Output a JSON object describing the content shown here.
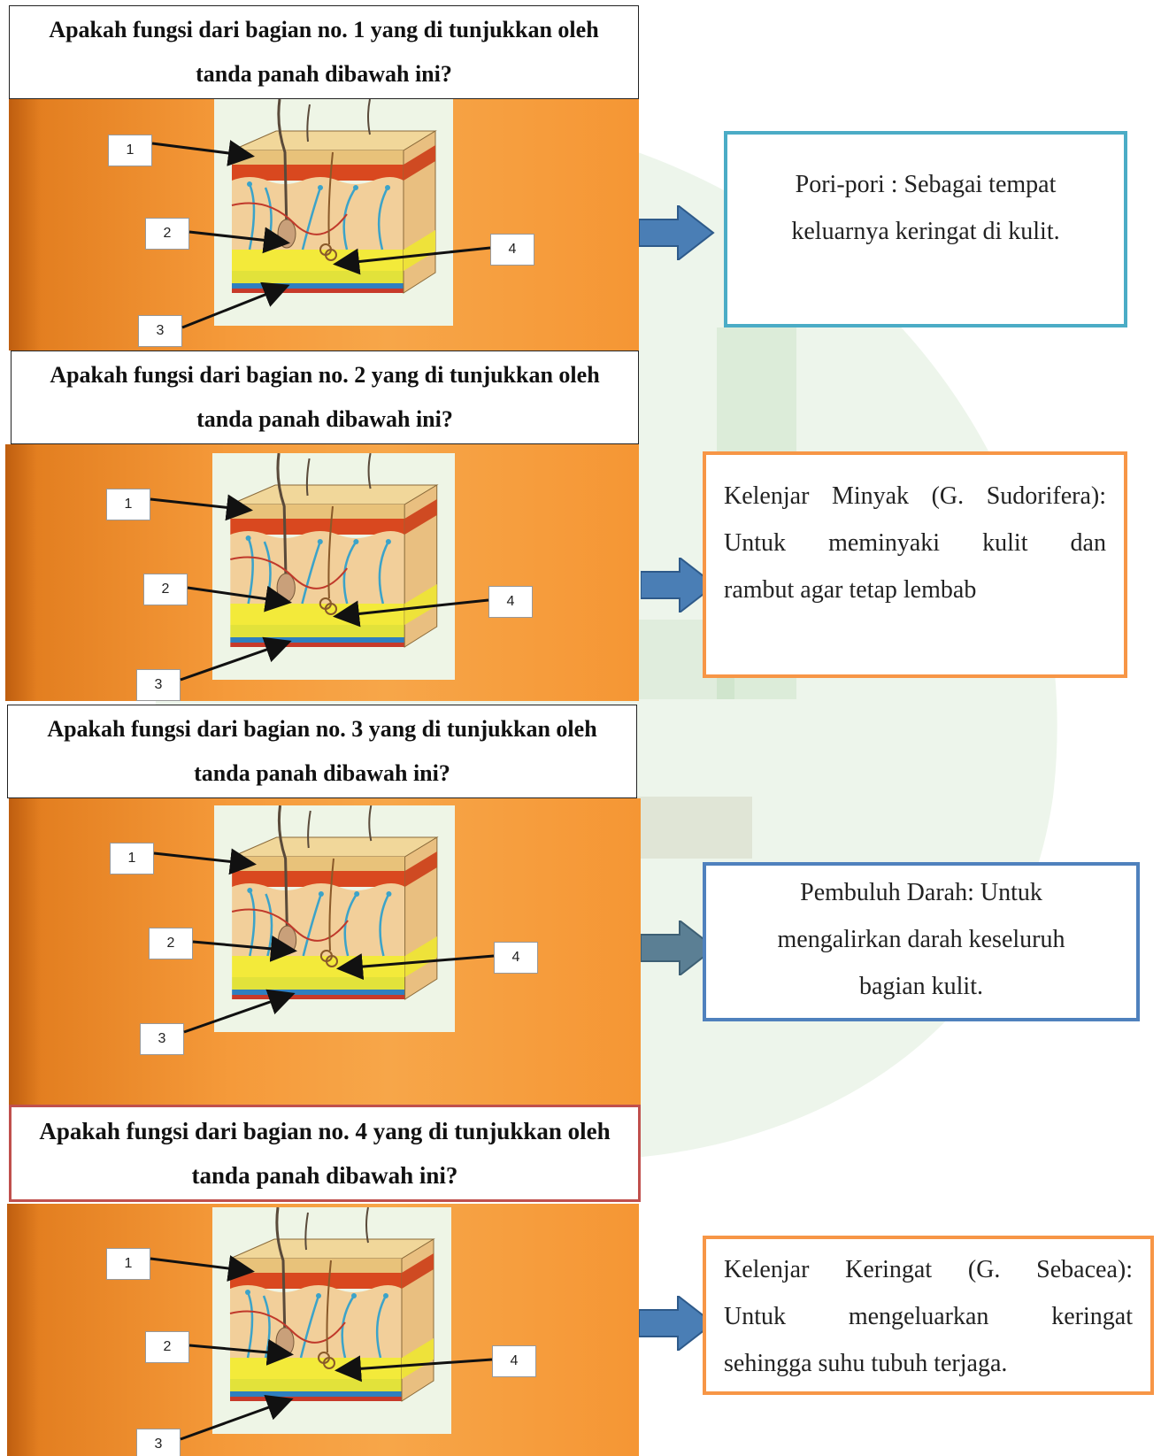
{
  "questions": [
    {
      "text": "Apakah fungsi dari bagian no. 1 yang di tunjukkan oleh tanda panah dibawah ini?"
    },
    {
      "text": "Apakah fungsi dari bagian no. 2 yang di tunjukkan oleh tanda panah dibawah ini?"
    },
    {
      "text": "Apakah fungsi dari bagian no. 3 yang di tunjukkan oleh tanda panah dibawah ini?"
    },
    {
      "text": "Apakah fungsi dari bagian no. 4 yang di tunjukkan oleh tanda panah dibawah ini?"
    }
  ],
  "diagram_labels": [
    "1",
    "2",
    "3",
    "4"
  ],
  "answers": [
    {
      "lines": [
        "Pori-pori : Sebagai tempat",
        "keluarnya keringat di kulit."
      ]
    },
    {
      "lines": [
        "Kelenjar Minyak (G. Sudorifera):",
        "Untuk meminyaki kulit dan",
        "rambut agar tetap lembab"
      ]
    },
    {
      "lines": [
        "Pembuluh Darah: Untuk",
        "mengalirkan darah keseluruh",
        "bagian kulit."
      ]
    },
    {
      "lines": [
        "Kelenjar Keringat (G. Sebacea):",
        "Untuk mengeluarkan keringat",
        "sehingga suhu tubuh terjaga."
      ]
    }
  ],
  "colors": {
    "panel_orange": "#f59a3a",
    "answer1_border": "#4bacc6",
    "answer2_border": "#f79646",
    "answer3_border": "#4f81bd",
    "answer4_border": "#f79646",
    "question4_border": "#c0504d",
    "arrow_fill": "#4a7eb5"
  }
}
